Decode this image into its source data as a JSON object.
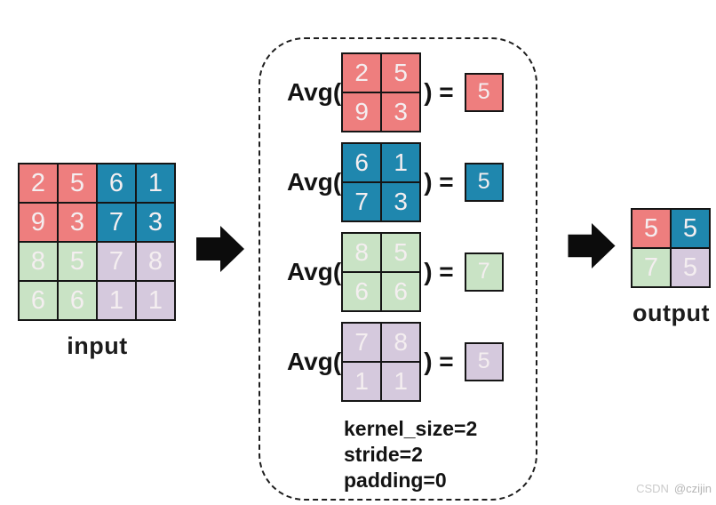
{
  "colors": {
    "red": "#ee7e7e",
    "blue": "#1f87ae",
    "green": "#c9e3c5",
    "purple": "#d5c9dd",
    "line": "#151515",
    "cell_text": "#f4eef0"
  },
  "icons": {
    "flow_arrow": "arrow-right-icon"
  },
  "input": {
    "label": "input",
    "rows": 4,
    "cols": 4,
    "cells": [
      {
        "v": "2",
        "c": "red"
      },
      {
        "v": "5",
        "c": "red"
      },
      {
        "v": "6",
        "c": "blue"
      },
      {
        "v": "1",
        "c": "blue"
      },
      {
        "v": "9",
        "c": "red"
      },
      {
        "v": "3",
        "c": "red"
      },
      {
        "v": "7",
        "c": "blue"
      },
      {
        "v": "3",
        "c": "blue"
      },
      {
        "v": "8",
        "c": "green"
      },
      {
        "v": "5",
        "c": "green"
      },
      {
        "v": "7",
        "c": "purple"
      },
      {
        "v": "8",
        "c": "purple"
      },
      {
        "v": "6",
        "c": "green"
      },
      {
        "v": "6",
        "c": "green"
      },
      {
        "v": "1",
        "c": "purple"
      },
      {
        "v": "1",
        "c": "purple"
      }
    ]
  },
  "pooling": {
    "avg_prefix": "Avg(",
    "equals": ") =",
    "operations": [
      {
        "color": "red",
        "cells": [
          "2",
          "5",
          "9",
          "3"
        ],
        "result": "5"
      },
      {
        "color": "blue",
        "cells": [
          "6",
          "1",
          "7",
          "3"
        ],
        "result": "5"
      },
      {
        "color": "green",
        "cells": [
          "8",
          "5",
          "6",
          "6"
        ],
        "result": "7"
      },
      {
        "color": "purple",
        "cells": [
          "7",
          "8",
          "1",
          "1"
        ],
        "result": "5"
      }
    ],
    "params": [
      "kernel_size=2",
      "stride=2",
      "padding=0"
    ]
  },
  "output": {
    "label": "output",
    "rows": 2,
    "cols": 2,
    "cells": [
      {
        "v": "5",
        "c": "red"
      },
      {
        "v": "5",
        "c": "blue"
      },
      {
        "v": "7",
        "c": "green"
      },
      {
        "v": "5",
        "c": "purple"
      }
    ]
  },
  "watermark": {
    "site": "CSDN",
    "handle": "@czijin"
  }
}
